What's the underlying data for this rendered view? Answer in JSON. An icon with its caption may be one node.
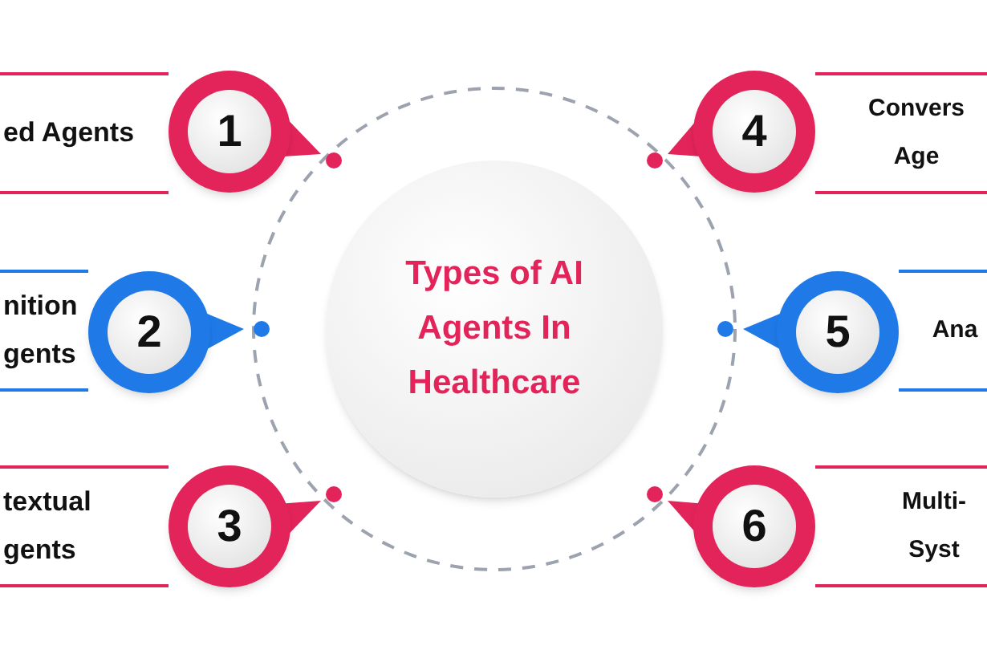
{
  "diagram": {
    "nodes": [
      {
        "text": [
          "Types of AI Agents In Healthcare"
        ]
      },
      {
        "text": [
          "ed Agents"
        ]
      },
      {
        "text": [
          "1"
        ]
      },
      {
        "text": [
          "nition gents"
        ]
      },
      {
        "text": [
          "2"
        ]
      },
      {
        "text": [
          "textual gents"
        ]
      },
      {
        "text": [
          "3"
        ]
      },
      {
        "text": [
          "Convers Age"
        ]
      },
      {
        "text": [
          "4"
        ]
      },
      {
        "text": [
          "Ana"
        ]
      },
      {
        "text": [
          "5"
        ]
      },
      {
        "text": [
          "Multi- Syst"
        ]
      },
      {
        "text": [
          "6"
        ]
      }
    ]
  }
}
